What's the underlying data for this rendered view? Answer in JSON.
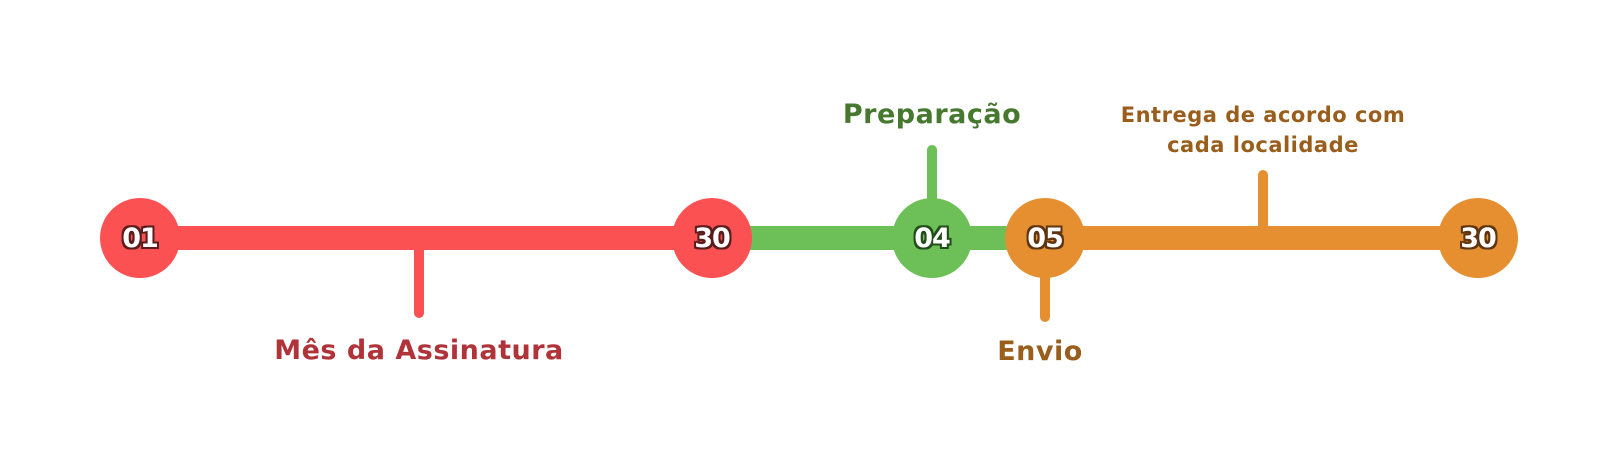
{
  "colors": {
    "red": "#fb5152",
    "green": "#6cc057",
    "orange": "#e58f31",
    "label_red": "#b0333a",
    "label_green": "#46782f",
    "label_orange": "#9a5e1c"
  },
  "nodes": [
    {
      "number": "01",
      "color": "red"
    },
    {
      "number": "30",
      "color": "red"
    },
    {
      "number": "04",
      "color": "green"
    },
    {
      "number": "05",
      "color": "orange"
    },
    {
      "number": "30",
      "color": "orange"
    }
  ],
  "labels": {
    "subscription_month": "Mês da Assinatura",
    "preparation": "Preparação",
    "shipping": "Envio",
    "delivery_line1": "Entrega de acordo com",
    "delivery_line2": "cada localidade"
  }
}
